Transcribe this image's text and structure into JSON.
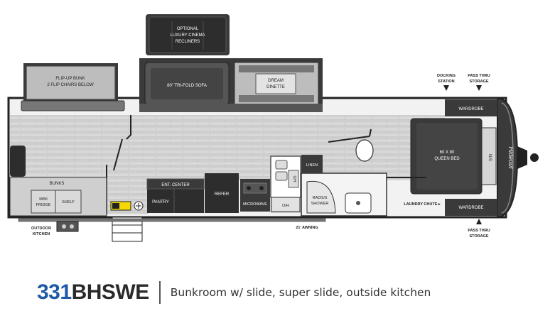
{
  "floorplan": {
    "labels": {
      "optional_cinema": [
        "OPTIONAL",
        "LUXURY CINEMA",
        "RECLINERS"
      ],
      "flip_up_bunk": [
        "FLIP-UP BUNK",
        "2 FLIP CHAIRS BELOW"
      ],
      "sofa": "80\" TRI-FOLD SOFA",
      "dinette": [
        "DREAM",
        "DINETTE"
      ],
      "docking_station": [
        "DOCKING",
        "STATION"
      ],
      "pass_thru_top": [
        "PASS THRU",
        "STORAGE"
      ],
      "wardrobe_top": "WARDROBE",
      "wardrobe_bottom": "WARDROBE",
      "queen_bed": [
        "60 X 80",
        "QUEEN BED"
      ],
      "nightstand": "N/S",
      "linen": "LINEN",
      "radius_shower": [
        "RADIUS",
        "SHOWER"
      ],
      "bunks": "BUNKS",
      "mini_fridge": [
        "MINI",
        "FRIDGE"
      ],
      "shelf": "SHELF",
      "ent_center": "ENT. CENTER",
      "pantry": "PANTRY",
      "refer": "REFER",
      "microwave": "MICROWAVE",
      "oh": "O/H",
      "oh_vertical": "O/H",
      "laundry_chute": "LAUNDRY CHUTE ▸",
      "outdoor_kitchen": [
        "OUTDOOR",
        "KITCHEN"
      ],
      "awning": "21' AWNING",
      "pass_thru_bottom": [
        "PASS THRU",
        "STORAGE"
      ],
      "brand_script": "Hideout"
    }
  },
  "caption": {
    "model_number": "331",
    "model_letters": "BHSWE",
    "description": "Bunkroom w/ slide, super slide, outside kitchen"
  }
}
